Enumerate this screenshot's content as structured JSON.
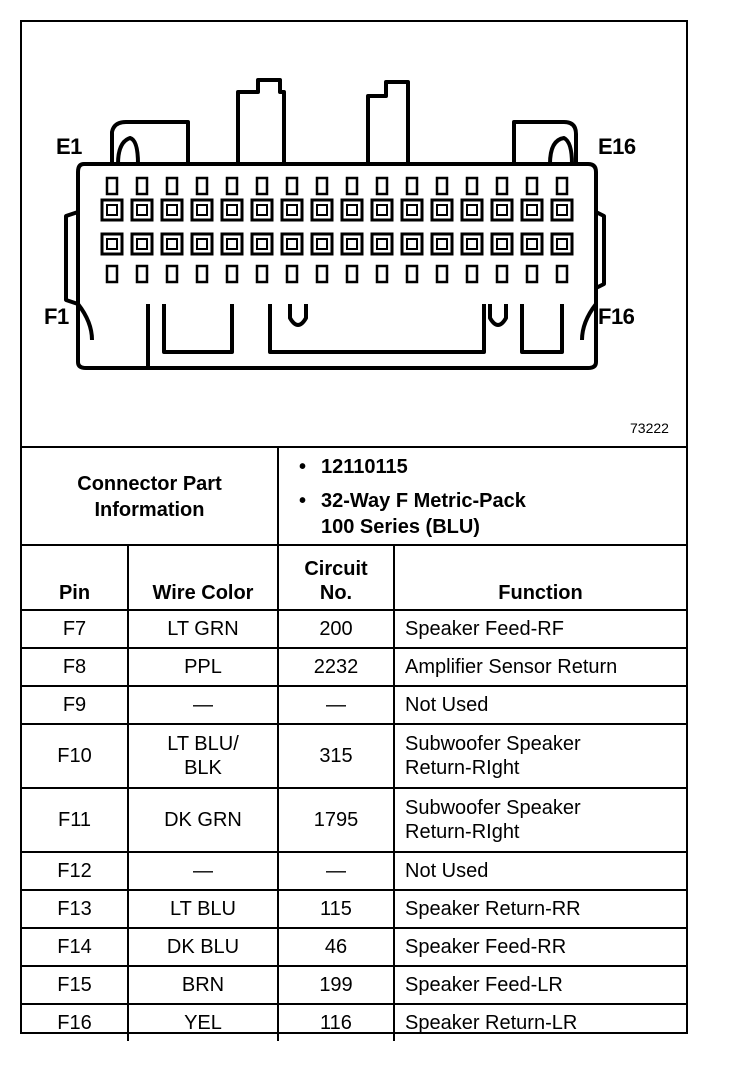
{
  "diagram": {
    "labels": {
      "e1": "E1",
      "e16": "E16",
      "f1": "F1",
      "f16": "F16"
    },
    "figure_number": "73222"
  },
  "connector_info": {
    "header_line1": "Connector Part",
    "header_line2": "Information",
    "part_number": "12110115",
    "description_line1": "32-Way F Metric-Pack",
    "description_line2": "100 Series (BLU)"
  },
  "pin_table": {
    "columns": {
      "pin": "Pin",
      "wire_color": "Wire Color",
      "circuit_line1": "Circuit",
      "circuit_line2": "No.",
      "function": "Function"
    },
    "rows": [
      {
        "pin": "F7",
        "color": [
          "LT GRN"
        ],
        "circuit": "200",
        "function": [
          "Speaker Feed-RF"
        ]
      },
      {
        "pin": "F8",
        "color": [
          "PPL"
        ],
        "circuit": "2232",
        "function": [
          "Amplifier Sensor Return"
        ]
      },
      {
        "pin": "F9",
        "color": [
          "—"
        ],
        "circuit": "—",
        "function": [
          "Not Used"
        ]
      },
      {
        "pin": "F10",
        "color": [
          "LT BLU/",
          "BLK"
        ],
        "circuit": "315",
        "function": [
          "Subwoofer Speaker",
          "Return-RIght"
        ]
      },
      {
        "pin": "F11",
        "color": [
          "DK GRN"
        ],
        "circuit": "1795",
        "function": [
          "Subwoofer Speaker",
          "Return-RIght"
        ]
      },
      {
        "pin": "F12",
        "color": [
          "—"
        ],
        "circuit": "—",
        "function": [
          "Not Used"
        ]
      },
      {
        "pin": "F13",
        "color": [
          "LT BLU"
        ],
        "circuit": "115",
        "function": [
          "Speaker Return-RR"
        ]
      },
      {
        "pin": "F14",
        "color": [
          "DK BLU"
        ],
        "circuit": "46",
        "function": [
          "Speaker Feed-RR"
        ]
      },
      {
        "pin": "F15",
        "color": [
          "BRN"
        ],
        "circuit": "199",
        "function": [
          "Speaker Feed-LR"
        ]
      },
      {
        "pin": "F16",
        "color": [
          "YEL"
        ],
        "circuit": "116",
        "function": [
          "Speaker Return-LR"
        ]
      }
    ]
  }
}
